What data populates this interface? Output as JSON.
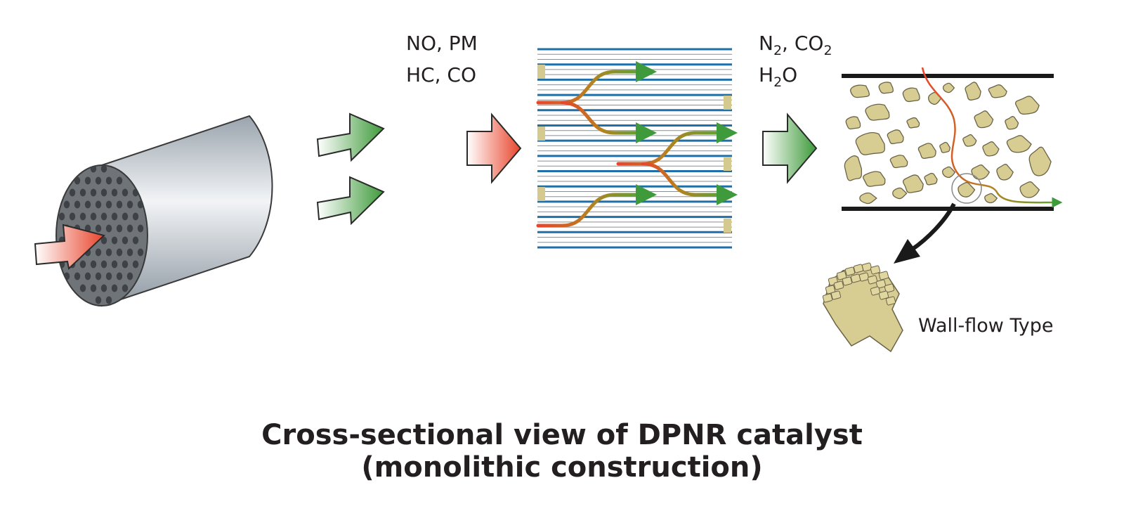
{
  "inputs": {
    "line1": "NO, PM",
    "line2": "HC, CO"
  },
  "outputs": {
    "line1_parts": [
      "N",
      "2",
      ", CO",
      "2"
    ],
    "line2_parts": [
      "H",
      "2",
      "O"
    ]
  },
  "wall_flow_label": "Wall-flow Type",
  "caption": {
    "line1": "Cross-sectional view of DPNR catalyst",
    "line2": "(monolithic construction)"
  },
  "colors": {
    "inlet_gas": "#e8452c",
    "outlet_gas": "#3e9a3a",
    "channel_wall": "#1f6fa8",
    "plug": "#d4c98e",
    "catalyst_particle": "#d7cc92",
    "cylinder": "#c9d1d8"
  }
}
